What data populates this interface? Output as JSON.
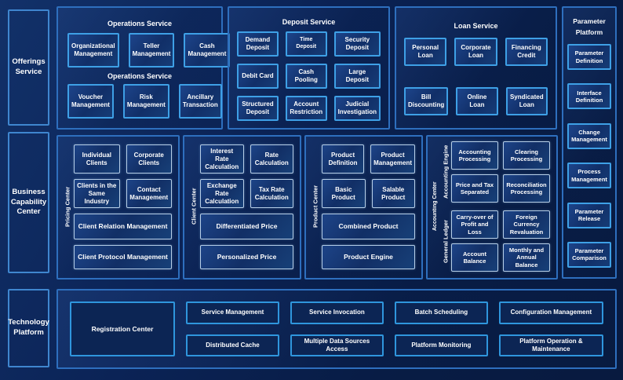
{
  "colors": {
    "page_bg": "#0b2356",
    "section_border": "#2e6fbe",
    "cyan_border": "#3ea0e6",
    "light_border": "#b7cfe8",
    "box_fill": "#12336c",
    "text": "#ffffff"
  },
  "offerings": {
    "label": "Offerings Service"
  },
  "operations": {
    "title": "Operations Service",
    "subtitle": "Operations Service",
    "row1": [
      "Organizational Management",
      "Teller Management",
      "Cash Management"
    ],
    "row2": [
      "Voucher Management",
      "Risk Management",
      "Ancillary Transaction"
    ]
  },
  "deposit": {
    "title": "Deposit Service",
    "items": [
      "Demand Deposit",
      "Time Deposit",
      "Security Deposit",
      "Debit Card",
      "Cash Pooling",
      "Large Deposit",
      "Structured Deposit",
      "Account Restriction",
      "Judicial Investigation"
    ]
  },
  "loan": {
    "title": "Loan Service",
    "items": [
      "Personal Loan",
      "Corporate Loan",
      "Financing Credit",
      "Bill Discounting",
      "Online Loan",
      "Syndicated Loan"
    ]
  },
  "parameter": {
    "title": "Parameter Platform",
    "items": [
      "Parameter Definition",
      "Interface Definition",
      "Change Management",
      "Process Management",
      "Parameter Release",
      "Parameter Comparison"
    ]
  },
  "business_capability": {
    "label": "Business Capability Center"
  },
  "pricing_center": {
    "label": "Pricing Center",
    "small": [
      "Individual Clients",
      "Corporate Clients",
      "Clients in the Same Industry",
      "Contact Management"
    ],
    "wide": [
      "Client Relation Management",
      "Client Protocol Management"
    ]
  },
  "client_center": {
    "label": "Client Center",
    "small": [
      "Interest Rate Calculation",
      "Rate Calculation",
      "Exchange Rate Calculation",
      "Tax Rate Calculation"
    ],
    "wide": [
      "Differentiated Price",
      "Personalized Price"
    ]
  },
  "product_center": {
    "label": "Product Center",
    "small": [
      "Product Definition",
      "Product Management",
      "Basic Product",
      "Salable Product"
    ],
    "wide": [
      "Combined Product",
      "Product Engine"
    ]
  },
  "accounting_center": {
    "label": "Accounting Center",
    "engine": {
      "label": "Accounting Engine",
      "items": [
        "Accounting Processing",
        "Clearing Processing",
        "Price and Tax Separated",
        "Reconciliation Processing"
      ]
    },
    "ledger": {
      "label": "General Ledger",
      "items": [
        "Carry-over of Profit and Loss",
        "Foreign Currency Revaluation",
        "Account Balance",
        "Monthly and Annual Balance"
      ]
    }
  },
  "technology": {
    "label": "Technology Platform",
    "registration": "Registration Center",
    "row1": [
      "Service Management",
      "Service Invocation",
      "Batch Scheduling",
      "Configuration Management"
    ],
    "row2": [
      "Distributed Cache",
      "Multiple Data Sources Access",
      "Platform Monitoring",
      "Platform Operation & Maintenance"
    ]
  }
}
